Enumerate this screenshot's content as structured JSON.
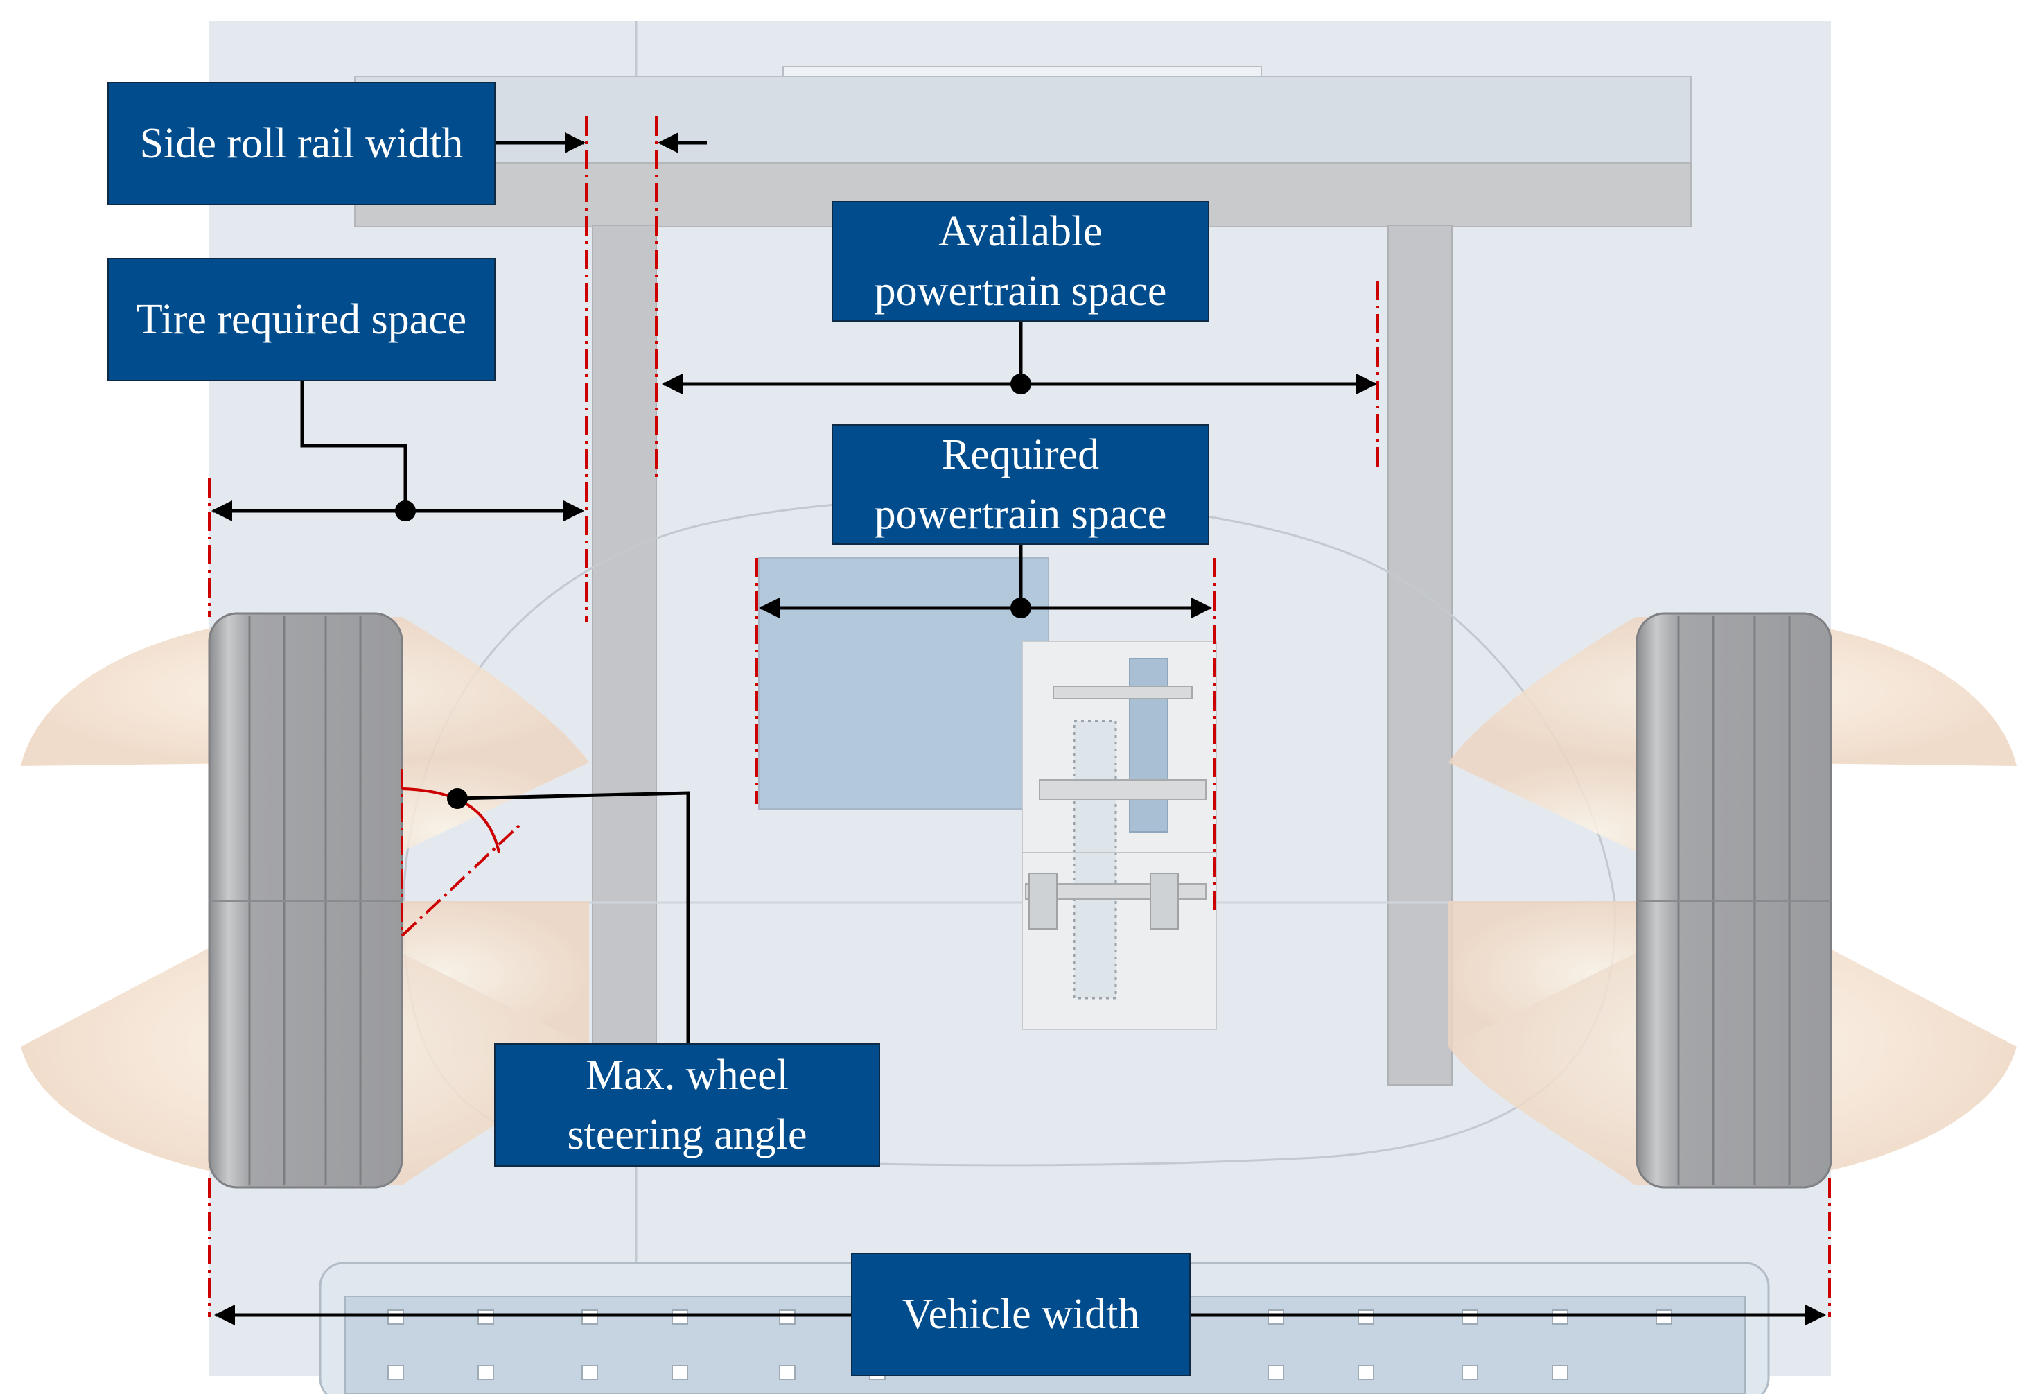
{
  "labels": {
    "side_roll_rail_width": "Side roll rail width",
    "tire_required_space": "Tire required space",
    "available_powertrain_space": [
      "Available",
      "powertrain space"
    ],
    "required_powertrain_space": [
      "Required",
      "powertrain space"
    ],
    "max_wheel_steering_angle": [
      "Max. wheel",
      "steering angle"
    ],
    "vehicle_width": "Vehicle width"
  },
  "colors": {
    "label_fill": "#004c8c",
    "dimension_line": "#000000",
    "boundary_dash": "#cc0000",
    "steering_sector": "#f2d8c4",
    "tire": "#9fa0a3",
    "chassis_background": "#e3e8ee",
    "roll_rail": "#c9cacc",
    "powertrain_box": "#b4c8dc"
  }
}
